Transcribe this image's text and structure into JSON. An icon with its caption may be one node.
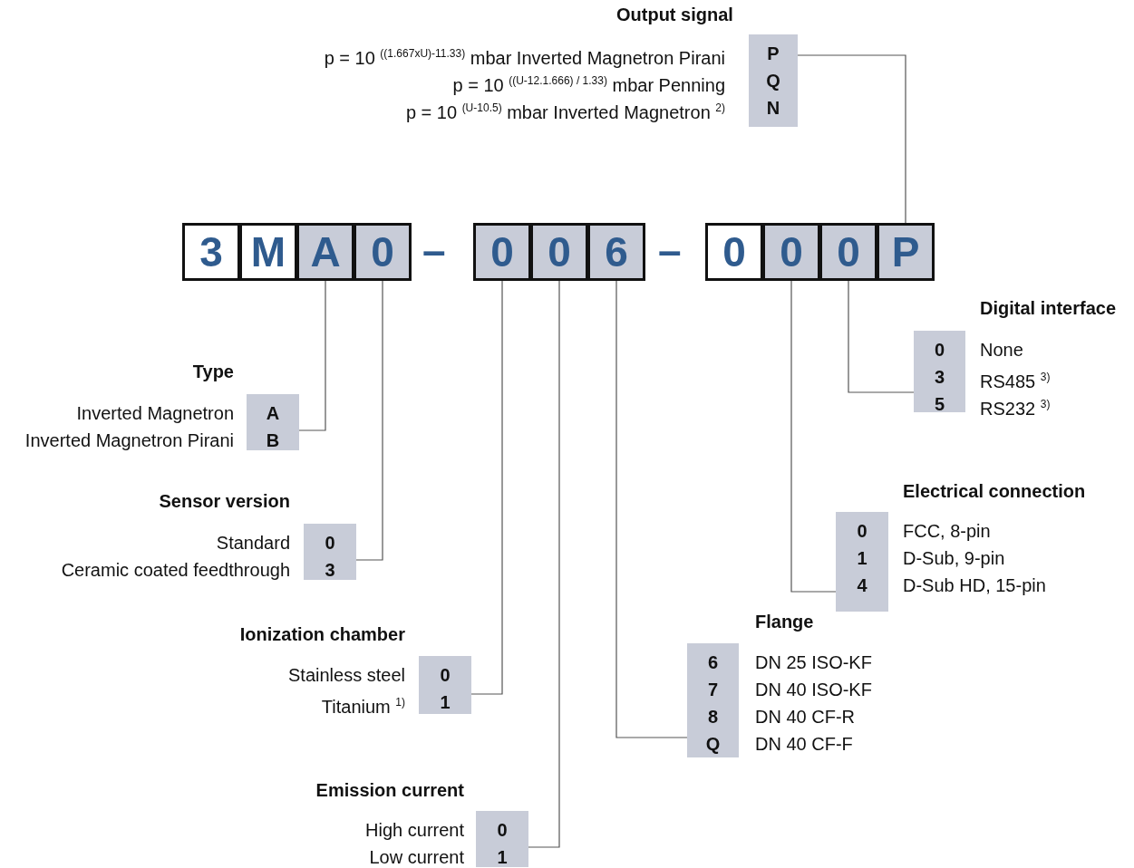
{
  "diagram": {
    "nodes": [
      {
        "text": [
          "Output signal",
          "P",
          "Q",
          "N"
        ],
        "beside": [
          "p = 10 $^{((1.667xU)-11.33)}$ mbar Inverted Magnetron Pirani",
          "p = 10 $^{((U-12.1.666) / 1.33)}$ mbar Penning",
          "p = 10 $^{(U-10.5)}$ mbar Inverted Magnetron $^{2)}$"
        ]
      },
      {
        "text": [
          "3"
        ]
      },
      {
        "text": [
          "M"
        ]
      },
      {
        "text": [
          "A"
        ]
      },
      {
        "text": [
          "0"
        ]
      },
      {
        "text": [
          "0"
        ]
      },
      {
        "text": [
          "0"
        ]
      },
      {
        "text": [
          "6"
        ]
      },
      {
        "text": [
          "0"
        ]
      },
      {
        "text": [
          "0"
        ]
      },
      {
        "text": [
          "0"
        ]
      },
      {
        "text": [
          "P"
        ]
      },
      {
        "text": [
          "Type",
          "A",
          "B"
        ],
        "beside": [
          "Inverted Magnetron",
          "Inverted Magnetron Pirani"
        ]
      },
      {
        "text": [
          "Sensor version",
          "0",
          "3"
        ],
        "beside": [
          "Standard",
          "Ceramic coated feedthrough"
        ]
      },
      {
        "text": [
          "Ionization chamber",
          "0",
          "1"
        ],
        "beside": [
          "Stainless steel",
          "Titanium $^{1)}$"
        ]
      },
      {
        "text": [
          "Emission current",
          "0",
          "1"
        ],
        "beside": [
          "High current",
          "Low current"
        ]
      },
      {
        "text": [
          "Flange",
          "6",
          "7",
          "8",
          "Q"
        ],
        "beside": [
          "DN 25 ISO-KF",
          "DN 40 ISO-KF",
          "DN 40 CF-R",
          "DN 40 CF-F"
        ]
      },
      {
        "text": [
          "Electrical connection",
          "0",
          "1",
          "4"
        ],
        "beside": [
          "FCC, 8-pin",
          "D-Sub, 9-pin",
          "D-Sub HD, 15-pin"
        ]
      },
      {
        "text": [
          "Digital interface",
          "0",
          "3",
          "5"
        ],
        "beside": [
          "None",
          "RS485 $^{3)}$",
          "RS232 $^{3)}$"
        ]
      }
    ],
    "edges": [
      {
        "from": 11,
        "to": 0,
        "arrow": "none"
      },
      {
        "from": 3,
        "to": 12,
        "arrow": "none"
      },
      {
        "from": 4,
        "to": 13,
        "arrow": "none"
      },
      {
        "from": 5,
        "to": 14,
        "arrow": "none"
      },
      {
        "from": 6,
        "to": 15,
        "arrow": "none"
      },
      {
        "from": 7,
        "to": 16,
        "arrow": "none"
      },
      {
        "from": 9,
        "to": 17,
        "arrow": "none"
      },
      {
        "from": 10,
        "to": 18,
        "arrow": "none"
      }
    ],
    "labels": [
      "–",
      "–"
    ]
  }
}
